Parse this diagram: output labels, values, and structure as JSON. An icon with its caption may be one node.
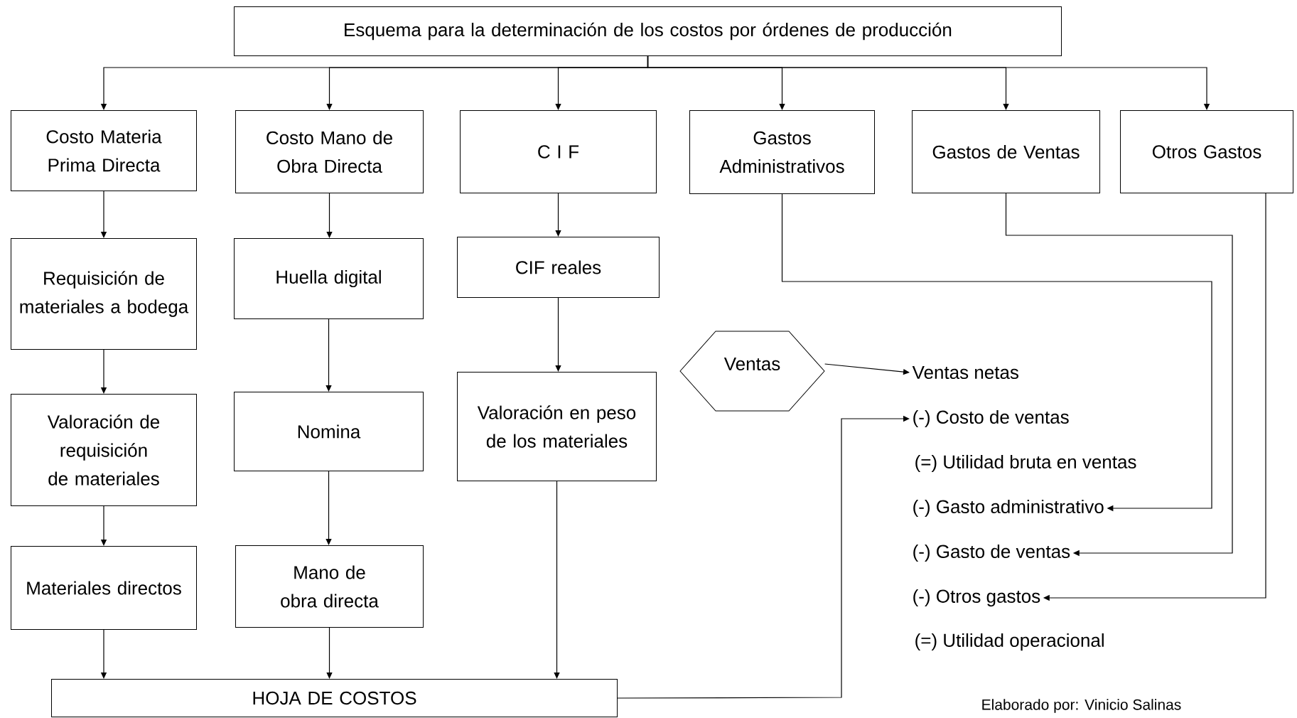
{
  "diagram": {
    "nodes": [
      {
        "text": [
          "Esquema para la determinación de los costos por órdenes de producción"
        ]
      },
      {
        "text": [
          "Costo Materia Prima Directa"
        ]
      },
      {
        "text": [
          "Costo Mano de Obra Directa"
        ]
      },
      {
        "text": [
          "C I F"
        ]
      },
      {
        "text": [
          "Gastos Administrativos"
        ]
      },
      {
        "text": [
          "Gastos de Ventas"
        ]
      },
      {
        "text": [
          "Otros Gastos"
        ]
      },
      {
        "text": [
          "Requisición de materiales a bodega"
        ]
      },
      {
        "text": [
          "Huella digital"
        ]
      },
      {
        "text": [
          "CIF reales"
        ]
      },
      {
        "text": [
          "Valoración de requisición de materiales"
        ]
      },
      {
        "text": [
          "Nomina"
        ]
      },
      {
        "text": [
          "Valoración en peso de los materiales"
        ]
      },
      {
        "text": [
          "Materiales directos"
        ]
      },
      {
        "text": [
          "Mano de obra directa"
        ]
      },
      {
        "text": [
          "HOJA DE COSTOS"
        ]
      },
      {
        "text": [
          "Ventas"
        ]
      },
      {
        "text": [
          "Ventas netas"
        ]
      },
      {
        "text": [
          "(-) Costo de ventas"
        ]
      },
      {
        "text": [
          "(-) Gasto administrativo"
        ]
      },
      {
        "text": [
          "(-) Gasto de ventas"
        ]
      },
      {
        "text": [
          "(-) Otros gastos"
        ]
      }
    ],
    "edges": [
      {
        "from": 0,
        "to": 1,
        "arrow": "to"
      },
      {
        "from": 0,
        "to": 2,
        "arrow": "to"
      },
      {
        "from": 0,
        "to": 3,
        "arrow": "to"
      },
      {
        "from": 0,
        "to": 4,
        "arrow": "to"
      },
      {
        "from": 0,
        "to": 5,
        "arrow": "to"
      },
      {
        "from": 0,
        "to": 6,
        "arrow": "to"
      },
      {
        "from": 1,
        "to": 7,
        "arrow": "to"
      },
      {
        "from": 7,
        "to": 10,
        "arrow": "to"
      },
      {
        "from": 10,
        "to": 13,
        "arrow": "to"
      },
      {
        "from": 13,
        "to": 15,
        "arrow": "to"
      },
      {
        "from": 2,
        "to": 8,
        "arrow": "to"
      },
      {
        "from": 8,
        "to": 11,
        "arrow": "to"
      },
      {
        "from": 11,
        "to": 14,
        "arrow": "to"
      },
      {
        "from": 14,
        "to": 15,
        "arrow": "to"
      },
      {
        "from": 3,
        "to": 9,
        "arrow": "to"
      },
      {
        "from": 9,
        "to": 12,
        "arrow": "to"
      },
      {
        "from": 12,
        "to": 15,
        "arrow": "to"
      },
      {
        "from": 16,
        "to": 17,
        "arrow": "to"
      },
      {
        "from": 15,
        "to": 18,
        "arrow": "to"
      },
      {
        "from": 4,
        "to": 19,
        "arrow": "to"
      },
      {
        "from": 5,
        "to": 20,
        "arrow": "to"
      },
      {
        "from": 6,
        "to": 21,
        "arrow": "to"
      }
    ],
    "labels": [
      "(=) Utilidad bruta en ventas",
      "(=) Utilidad operacional",
      "Elaborado por: Vinicio Salinas"
    ]
  }
}
